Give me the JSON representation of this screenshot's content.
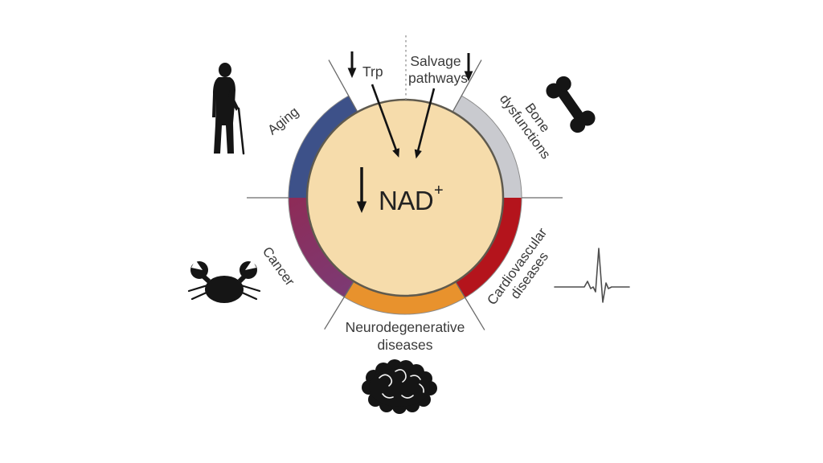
{
  "figure": {
    "background": "#ffffff",
    "center": {
      "fill": "#f6dcab",
      "stroke": "#5f5a4e",
      "arrow_glyph": "↓",
      "label": "NAD",
      "superscript": "+"
    },
    "inputs": {
      "trp": {
        "arrow_glyph": "↓",
        "label": "Trp"
      },
      "salvage": {
        "line1": "Salvage",
        "line2": "pathways",
        "arrow_glyph": "↓"
      }
    },
    "segments": {
      "aging": {
        "label": "Aging",
        "color": "#3d5189",
        "icon": "elderly-person-icon"
      },
      "bone_dysfunctions": {
        "line1": "Bone",
        "line2": "dysfunctions",
        "color": "#c9cacf",
        "icon": "bone-icon"
      },
      "cardiovascular": {
        "line1": "Cardiovascular",
        "line2": "diseases",
        "color": "#b4141c",
        "icon": "ecg-heartbeat-icon"
      },
      "neurodegenerative": {
        "line1": "Neurodegenerative",
        "line2": "diseases",
        "color": "#e8922d",
        "icon": "brain-icon"
      },
      "cancer": {
        "label": "Cancer",
        "color_top": "#8d2c58",
        "color_bottom": "#7c3a74",
        "icon": "crab-icon"
      }
    }
  }
}
